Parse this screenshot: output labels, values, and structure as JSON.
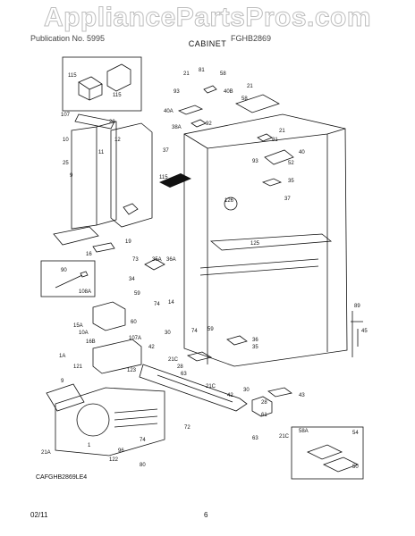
{
  "watermark": "AppliancePartsPros.com",
  "header": {
    "left_text": "Publication No. 5995",
    "right_text": "FGHB2869",
    "section_title": "CABINET"
  },
  "model_code": "CAFGHB2869LE4",
  "footer": {
    "date": "02/11",
    "page": "6"
  },
  "part_labels": [
    "115",
    "115",
    "21",
    "81",
    "58",
    "93",
    "40B",
    "21",
    "58",
    "107",
    "20",
    "40A",
    "92",
    "12",
    "10",
    "38A",
    "21",
    "81",
    "11",
    "37",
    "93",
    "40",
    "52",
    "25",
    "9",
    "115",
    "35",
    "37",
    "126",
    "125",
    "19",
    "16",
    "73",
    "35A",
    "36A",
    "90",
    "34",
    "59",
    "108A",
    "14",
    "74",
    "60",
    "15A",
    "10A",
    "30",
    "74",
    "59",
    "89",
    "107A",
    "45",
    "16B",
    "42",
    "36",
    "35",
    "1A",
    "28",
    "121",
    "123",
    "63",
    "21C",
    "21C",
    "42",
    "30",
    "9",
    "43",
    "1",
    "21A",
    "122",
    "96",
    "74",
    "28",
    "61",
    "72",
    "63",
    "21C",
    "80",
    "58A",
    "54",
    "50"
  ],
  "colors": {
    "line": "#111111",
    "watermark_stroke": "#bdbdbd",
    "background": "#ffffff"
  }
}
